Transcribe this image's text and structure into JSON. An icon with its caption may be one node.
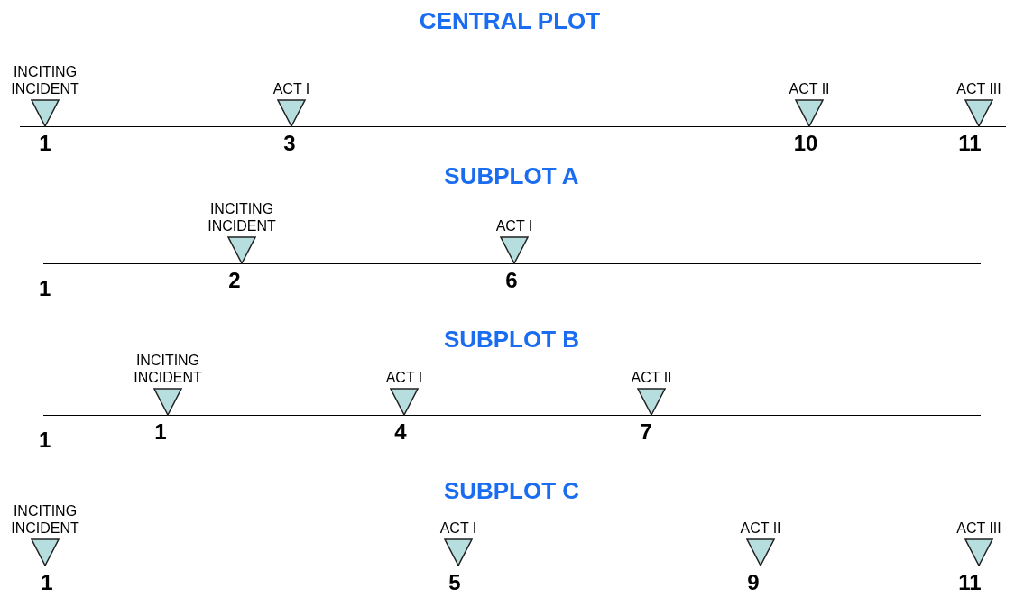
{
  "diagram": {
    "nodes": [
      {
        "text": [
          "INCITING INCIDENT",
          "1"
        ]
      },
      {
        "text": [
          "ACT I",
          "3"
        ]
      },
      {
        "text": [
          "ACT II",
          "10"
        ]
      },
      {
        "text": [
          "ACT III",
          "11"
        ]
      },
      {
        "text": [
          "INCITING INCIDENT",
          "2"
        ]
      },
      {
        "text": [
          "ACT I",
          "6"
        ]
      },
      {
        "text": [
          "INCITING INCIDENT",
          "1"
        ]
      },
      {
        "text": [
          "ACT I",
          "4"
        ]
      },
      {
        "text": [
          "ACT II",
          "7"
        ]
      },
      {
        "text": [
          "INCITING INCIDENT",
          "1"
        ]
      },
      {
        "text": [
          "ACT I",
          "5"
        ]
      },
      {
        "text": [
          "ACT II",
          "9"
        ]
      },
      {
        "text": [
          "ACT III",
          "11"
        ]
      }
    ],
    "labels": [
      "CENTRAL PLOT",
      "SUBPLOT A",
      "1",
      "SUBPLOT B",
      "1",
      "SUBPLOT C"
    ]
  }
}
